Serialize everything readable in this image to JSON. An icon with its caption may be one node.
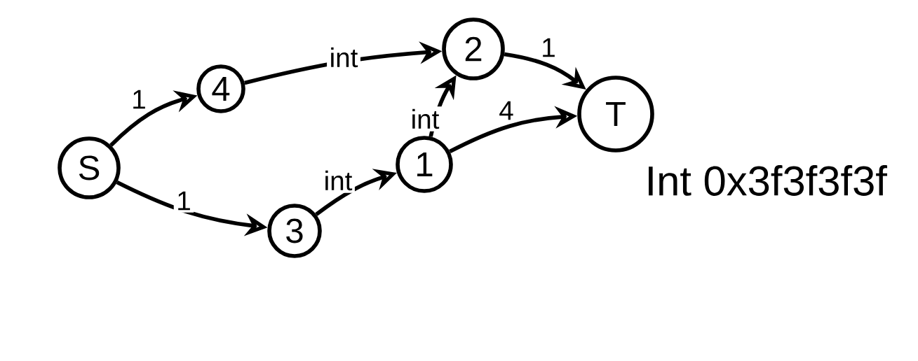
{
  "diagram": {
    "nodes": [
      {
        "text": [
          "S"
        ]
      },
      {
        "text": [
          "4"
        ]
      },
      {
        "text": [
          "3"
        ]
      },
      {
        "text": [
          "1"
        ]
      },
      {
        "text": [
          "2"
        ]
      },
      {
        "text": [
          "T"
        ]
      }
    ],
    "edges": [
      {
        "from": 0,
        "to": 1,
        "arrow": "to",
        "label": "1"
      },
      {
        "from": 0,
        "to": 2,
        "arrow": "to",
        "label": "1"
      },
      {
        "from": 1,
        "to": 4,
        "arrow": "to",
        "label": "int"
      },
      {
        "from": 2,
        "to": 3,
        "arrow": "to",
        "label": "int"
      },
      {
        "from": 3,
        "to": 4,
        "arrow": "to",
        "label": "int"
      },
      {
        "from": 3,
        "to": 5,
        "arrow": "to",
        "label": "4"
      },
      {
        "from": 4,
        "to": 5,
        "arrow": "to",
        "label": "1"
      }
    ],
    "labels": [
      "Int 0x3f3f3f3f"
    ]
  }
}
